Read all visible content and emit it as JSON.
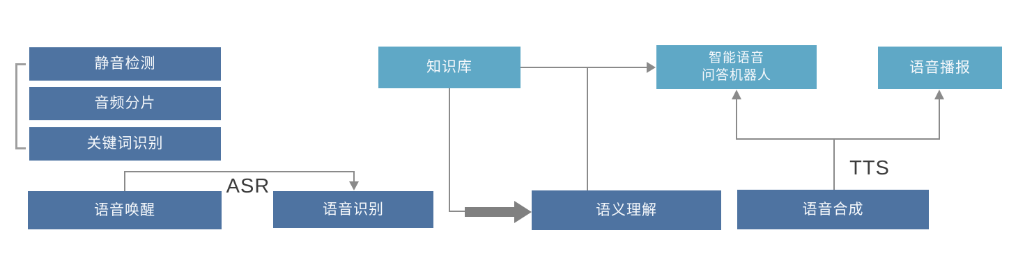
{
  "diagram": {
    "type": "flowchart",
    "background": "#FFFFFF",
    "colors": {
      "node_dark": "#4E73A1",
      "node_light": "#5FA8C6",
      "connector_gray": "#8A8A8A",
      "thick_arrow_gray": "#808080",
      "edge_label_text": "#3C3C3C",
      "node_text": "#FFFFFF",
      "bracket_gray": "#9E9E9E"
    },
    "nodes": {
      "silence_detection": {
        "label": "静音检测",
        "style": "dark"
      },
      "audio_segmentation": {
        "label": "音频分片",
        "style": "dark"
      },
      "keyword_recognition": {
        "label": "关键词识别",
        "style": "dark"
      },
      "voice_wakeup": {
        "label": "语音唤醒",
        "style": "dark"
      },
      "speech_recognition": {
        "label": "语音识别",
        "style": "dark"
      },
      "knowledge_base": {
        "label": "知识库",
        "style": "light"
      },
      "semantic_understanding": {
        "label": "语义理解",
        "style": "dark"
      },
      "qa_robot": {
        "label_line1": "智能语音",
        "label_line2": "问答机器人",
        "style": "light"
      },
      "voice_broadcast": {
        "label": "语音播报",
        "style": "light"
      },
      "speech_synthesis": {
        "label": "语音合成",
        "style": "dark"
      }
    },
    "edge_labels": {
      "asr": "ASR",
      "tts": "TTS"
    },
    "edges": [
      {
        "from": "voice_wakeup",
        "to": "speech_recognition",
        "label": "ASR",
        "style": "thin"
      },
      {
        "from": "knowledge_base",
        "to": "qa_robot",
        "label": "",
        "style": "thin"
      },
      {
        "from": "semantic_understanding",
        "to": "qa_robot",
        "label": "",
        "style": "thin"
      },
      {
        "from": "knowledge_base",
        "to": "semantic_understanding",
        "label": "",
        "style": "thick"
      },
      {
        "from": "speech_synthesis",
        "to": "qa_robot",
        "label": "TTS",
        "style": "thin"
      },
      {
        "from": "speech_synthesis",
        "to": "voice_broadcast",
        "label": "TTS",
        "style": "thin"
      }
    ],
    "grouping": {
      "bracket_nodes": [
        "silence_detection",
        "audio_segmentation",
        "keyword_recognition"
      ]
    }
  }
}
